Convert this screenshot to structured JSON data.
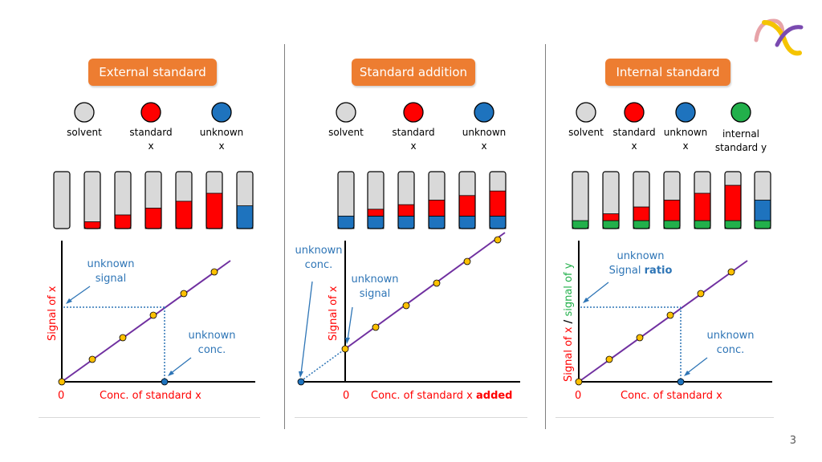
{
  "slide": {
    "page_number": "3"
  },
  "colors": {
    "solvent": "#d9d9d9",
    "standard": "#ff0000",
    "unknown": "#1e73be",
    "internal": "#22b04b",
    "line": "#7030a0",
    "point": "#ffc000",
    "annotation": "#2e75b6",
    "title_box": "#ed7d31"
  },
  "panels": [
    {
      "title": "External standard",
      "legend": [
        {
          "label": "solvent",
          "color": "solvent"
        },
        {
          "label": "standard\nx",
          "color": "standard"
        },
        {
          "label": "unknown\nx",
          "color": "unknown"
        }
      ],
      "tubes": [
        {
          "bottom": null,
          "top": null,
          "bottom_level": 0,
          "top_level": 0
        },
        {
          "bottom": "standard",
          "bottom_level": 0.12
        },
        {
          "bottom": "standard",
          "bottom_level": 0.24
        },
        {
          "bottom": "standard",
          "bottom_level": 0.36
        },
        {
          "bottom": "standard",
          "bottom_level": 0.48
        },
        {
          "bottom": "standard",
          "bottom_level": 0.62
        },
        {
          "bottom": "unknown",
          "bottom_level": 0.4
        }
      ],
      "graph": {
        "ylabel": "Signal of x",
        "xlabel": "Conc. of standard x",
        "zero": "0",
        "signal_annotation": "unknown\nsignal",
        "conc_annotation": "unknown\nconc."
      }
    },
    {
      "title": "Standard addition",
      "legend": [
        {
          "label": "solvent",
          "color": "solvent"
        },
        {
          "label": "standard\nx",
          "color": "standard"
        },
        {
          "label": "unknown\nx",
          "color": "unknown"
        }
      ],
      "tubes": [
        {
          "base": "unknown",
          "base_level": 0.22
        },
        {
          "base": "unknown",
          "base_level": 0.22,
          "extra": "standard",
          "extra_level": 0.12
        },
        {
          "base": "unknown",
          "base_level": 0.22,
          "extra": "standard",
          "extra_level": 0.2
        },
        {
          "base": "unknown",
          "base_level": 0.22,
          "extra": "standard",
          "extra_level": 0.28
        },
        {
          "base": "unknown",
          "base_level": 0.22,
          "extra": "standard",
          "extra_level": 0.36
        },
        {
          "base": "unknown",
          "base_level": 0.22,
          "extra": "standard",
          "extra_level": 0.44
        }
      ],
      "graph": {
        "ylabel": "Signal of x",
        "xlabel": "Conc. of standard x",
        "xlabel_bold": "added",
        "zero": "0",
        "conc_annotation": "unknown\nconc.",
        "signal_annotation": "unknown\nsignal"
      }
    },
    {
      "title": "Internal standard",
      "legend": [
        {
          "label": "solvent",
          "color": "solvent"
        },
        {
          "label": "standard\nx",
          "color": "standard"
        },
        {
          "label": "unknown\nx",
          "color": "unknown"
        },
        {
          "label": "internal\nstandard y",
          "color": "internal"
        }
      ],
      "tubes": [
        {
          "base": "internal",
          "base_level": 0.14
        },
        {
          "base": "internal",
          "base_level": 0.14,
          "extra": "standard",
          "extra_level": 0.12
        },
        {
          "base": "internal",
          "base_level": 0.14,
          "extra": "standard",
          "extra_level": 0.24
        },
        {
          "base": "internal",
          "base_level": 0.14,
          "extra": "standard",
          "extra_level": 0.36
        },
        {
          "base": "internal",
          "base_level": 0.14,
          "extra": "standard",
          "extra_level": 0.48
        },
        {
          "base": "internal",
          "base_level": 0.14,
          "extra": "standard",
          "extra_level": 0.62
        },
        {
          "base": "internal",
          "base_level": 0.14,
          "extra": "unknown",
          "extra_level": 0.36
        }
      ],
      "graph": {
        "ylabel_x": "Signal of x",
        "ylabel_sep": "/",
        "ylabel_y": "signal of y",
        "xlabel": "Conc. of standard x",
        "zero": "0",
        "signal_annotation": "unknown",
        "signal_annotation_2": "Signal",
        "signal_annotation_bold": "ratio",
        "conc_annotation": "unknown\nconc."
      }
    }
  ]
}
